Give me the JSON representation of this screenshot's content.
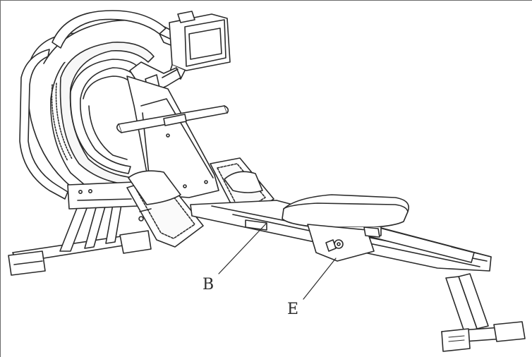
{
  "diagram": {
    "callouts": [
      {
        "id": "B",
        "text": "B"
      },
      {
        "id": "E",
        "text": "E"
      }
    ],
    "colors": {
      "line": "#2b2b2b",
      "fill": "#ffffff",
      "border": "#6a6a6a"
    }
  }
}
